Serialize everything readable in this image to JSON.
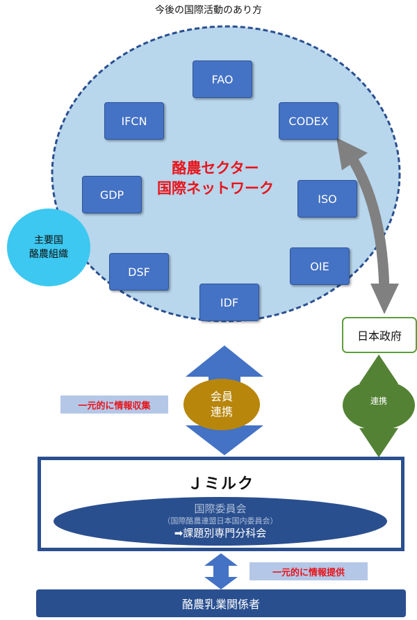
{
  "title": "今後の国際活動のあり方",
  "network": {
    "label_line1": "酪農セクター",
    "label_line2": "国際ネットワーク",
    "organizations": {
      "fao": "FAO",
      "ifcn": "IFCN",
      "codex": "CODEX",
      "gdp": "GDP",
      "iso": "ISO",
      "dsf": "DSF",
      "oie": "OIE",
      "idf": "IDF"
    }
  },
  "major_org": {
    "line1": "主要国",
    "line2": "酪農組織"
  },
  "government": "日本政府",
  "member": {
    "line1": "会員",
    "line2": "連携"
  },
  "gov_link": "連携",
  "info_collect": "一元的に情報収集",
  "info_provide": "一元的に情報提供",
  "jmilk": {
    "title": "Ｊミルク",
    "committee_title": "国際委員会",
    "committee_sub": "（国際酪農連盟日本国内委員会）",
    "committee_section": "➡課題別専門分科会"
  },
  "dairy_stakeholders": "酪農乳業関係者",
  "colors": {
    "network_fill": "#b8d6ec",
    "network_border": "#2a4f8f",
    "org_box": "#4472c4",
    "accent_red": "#e8141a",
    "major_org": "#3cc8f0",
    "member_gold": "#b8860b",
    "gov_green": "#548235",
    "arrow_blue": "#4472c4",
    "arrow_gray": "#808080",
    "tag_bg": "#b4c7e7",
    "navy": "#2a4f8f"
  }
}
